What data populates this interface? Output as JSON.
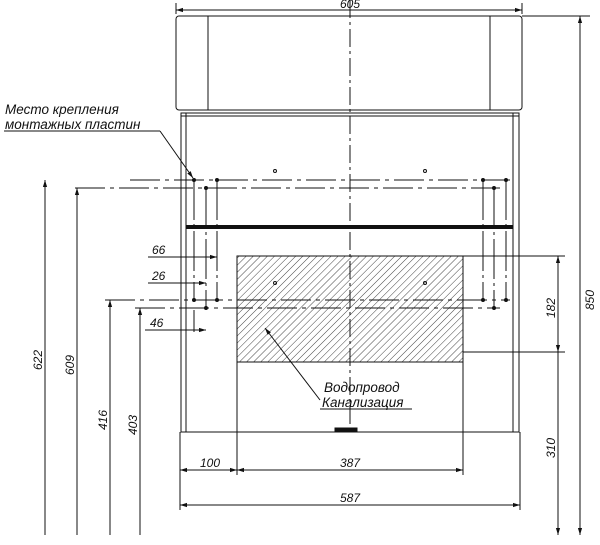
{
  "annotations": {
    "mounting_label_line1": "Место крепления",
    "mounting_label_line2": "монтажных пластин",
    "pipes_label_line1": "Водопровод",
    "pipes_label_line2": "Канализация"
  },
  "dimensions": {
    "overall_width": "605",
    "body_width": "587",
    "pipe_offset": "100",
    "pipe_zone_width": "387",
    "overall_height": "850",
    "pipe_zone_height": "182",
    "pipe_zone_bottom": "310",
    "mount_height_1": "622",
    "mount_height_2": "609",
    "mount_height_3": "416",
    "mount_height_4": "403",
    "offset_66": "66",
    "offset_26": "26",
    "offset_46": "46"
  },
  "colors": {
    "line": "#111111",
    "hatch": "#444444"
  }
}
